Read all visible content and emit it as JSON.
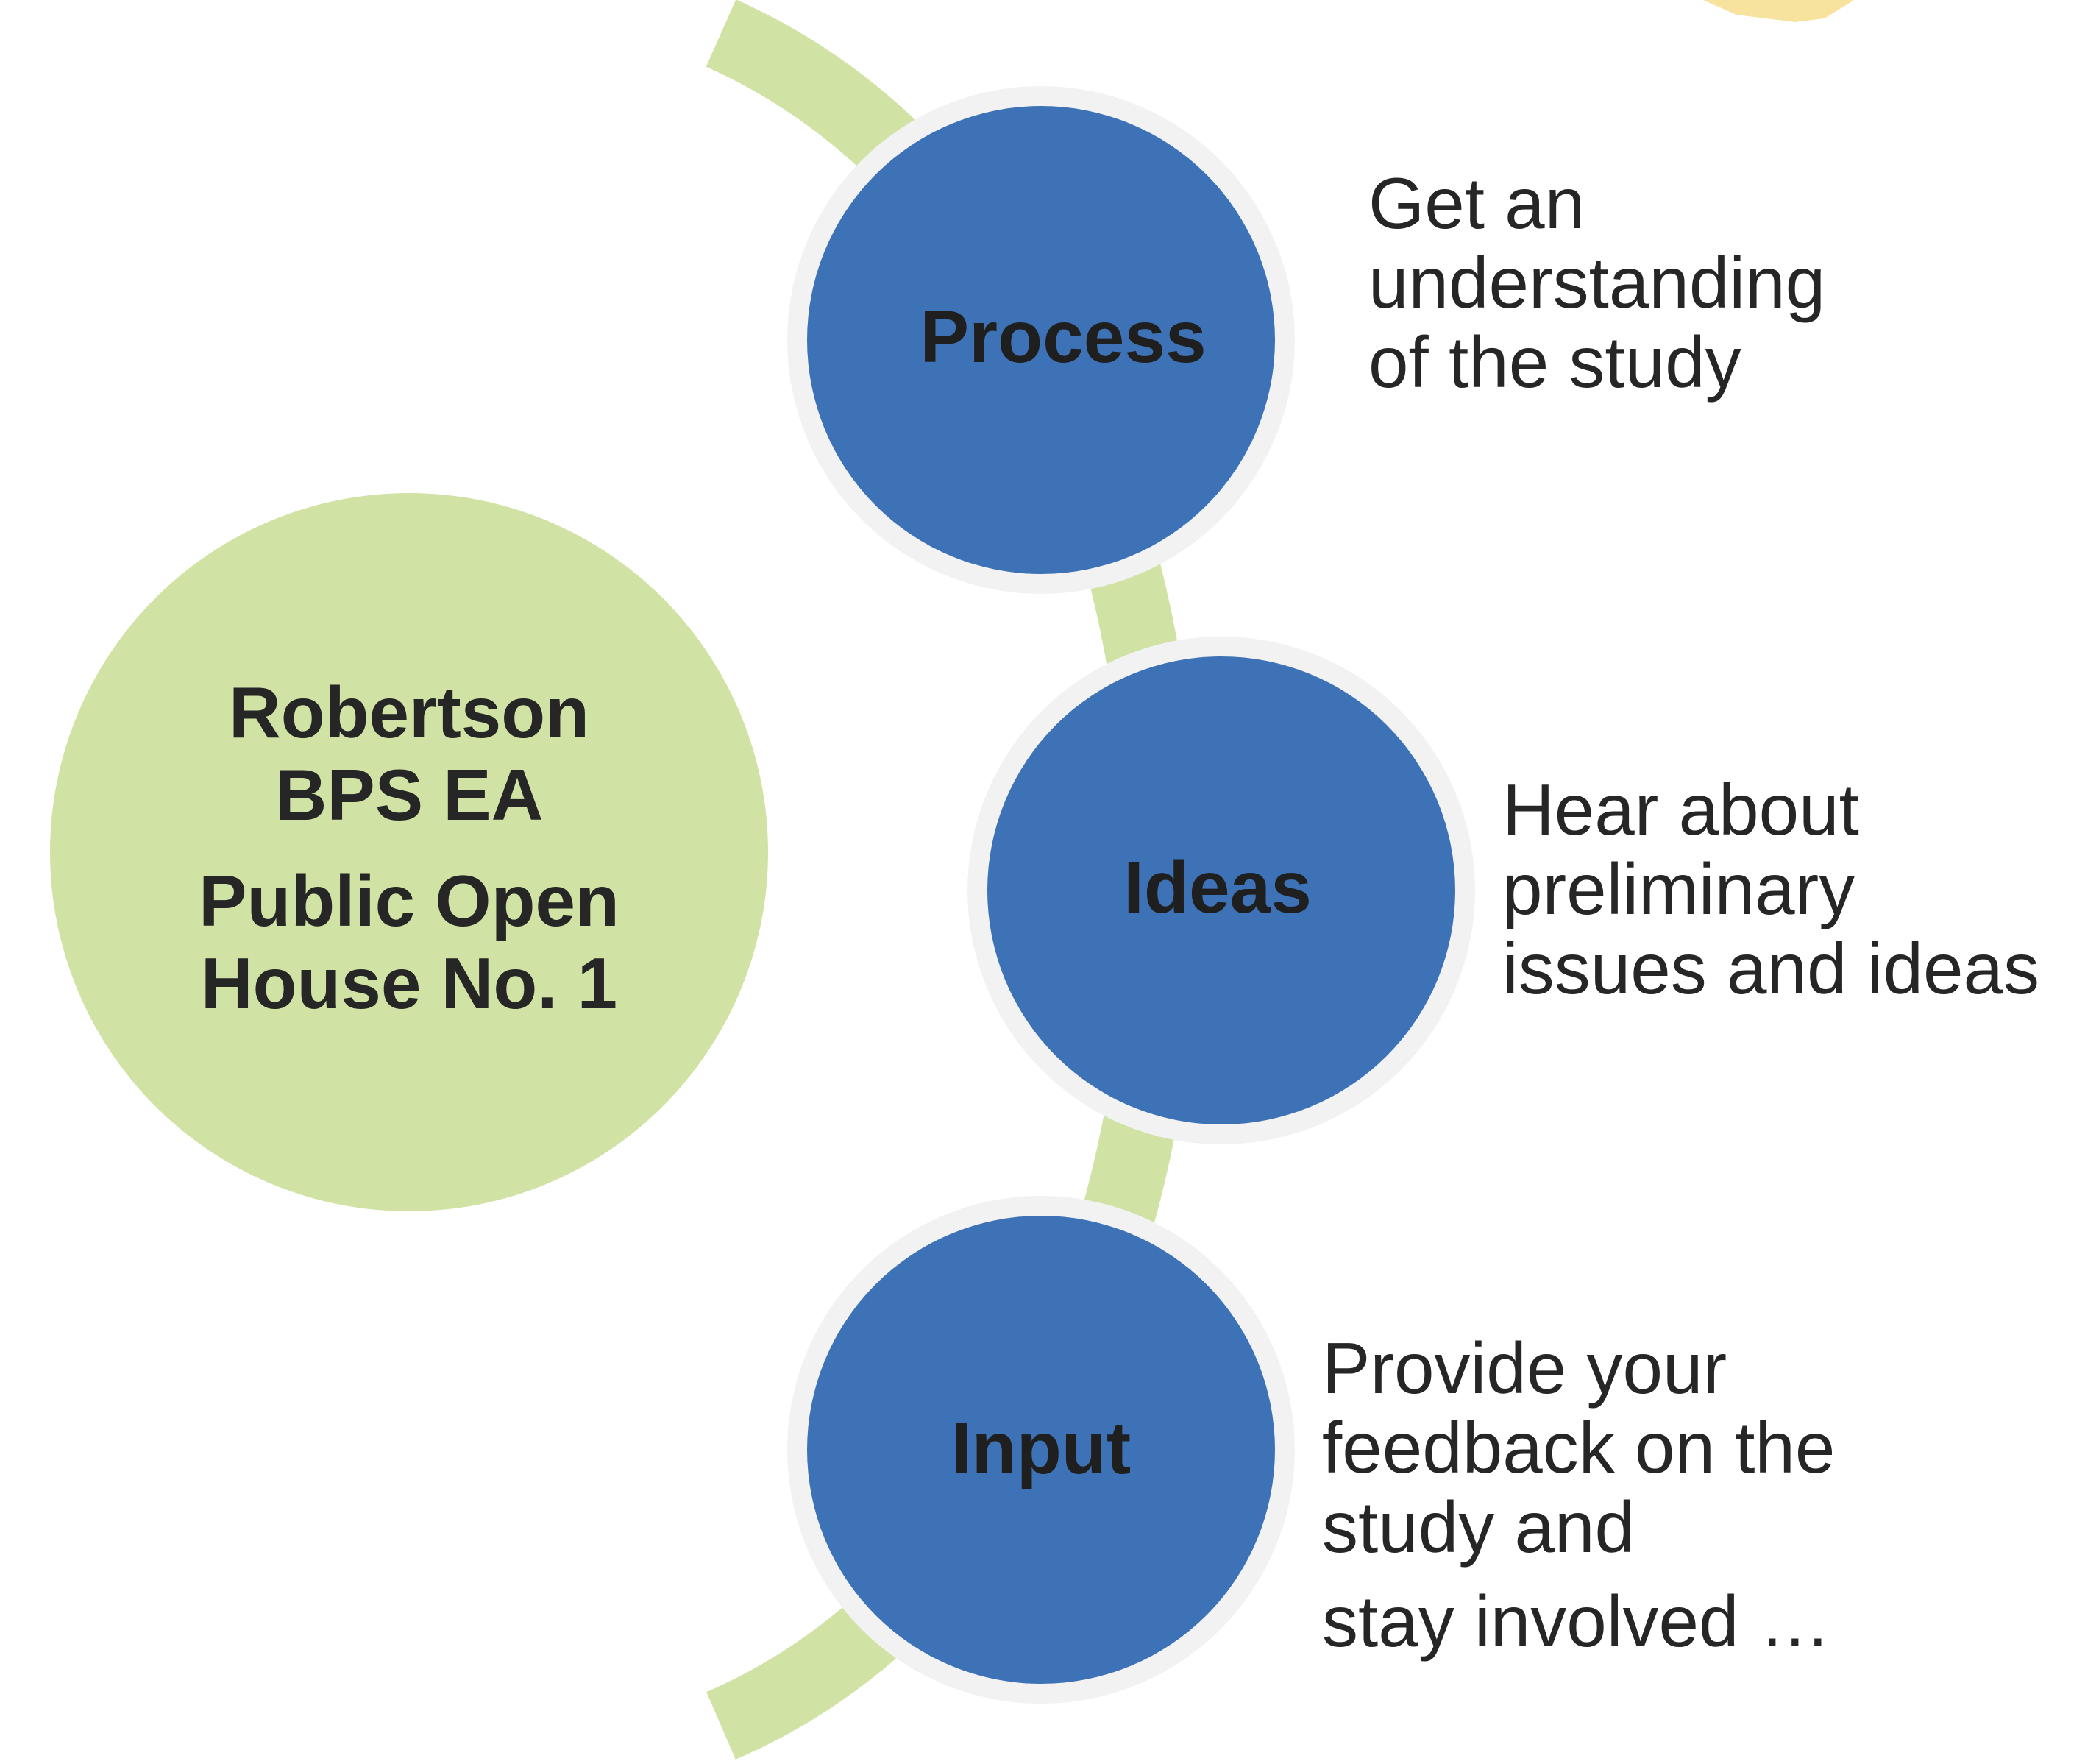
{
  "colors": {
    "background": "#ffffff",
    "arc": "#d0e3a4",
    "center_circle": "#d0e3a4",
    "node_fill": "#3d72b7",
    "node_ring": "#f2f2f2",
    "corner_shape": "#f8e39e",
    "text": "#262626"
  },
  "center": {
    "title_line1": "Robertson",
    "title_line2": "BPS EA",
    "title_line3": "Public Open",
    "title_line4": "House No. 1"
  },
  "nodes": [
    {
      "label": "Process",
      "description_lines": [
        "Get an",
        "understanding",
        "of the study"
      ]
    },
    {
      "label": "Ideas",
      "description_lines": [
        "Hear about",
        "preliminary",
        "issues and ideas"
      ]
    },
    {
      "label": "Input",
      "description_lines": [
        "Provide your",
        "feedback on the",
        "study and",
        "stay involved …"
      ]
    }
  ]
}
